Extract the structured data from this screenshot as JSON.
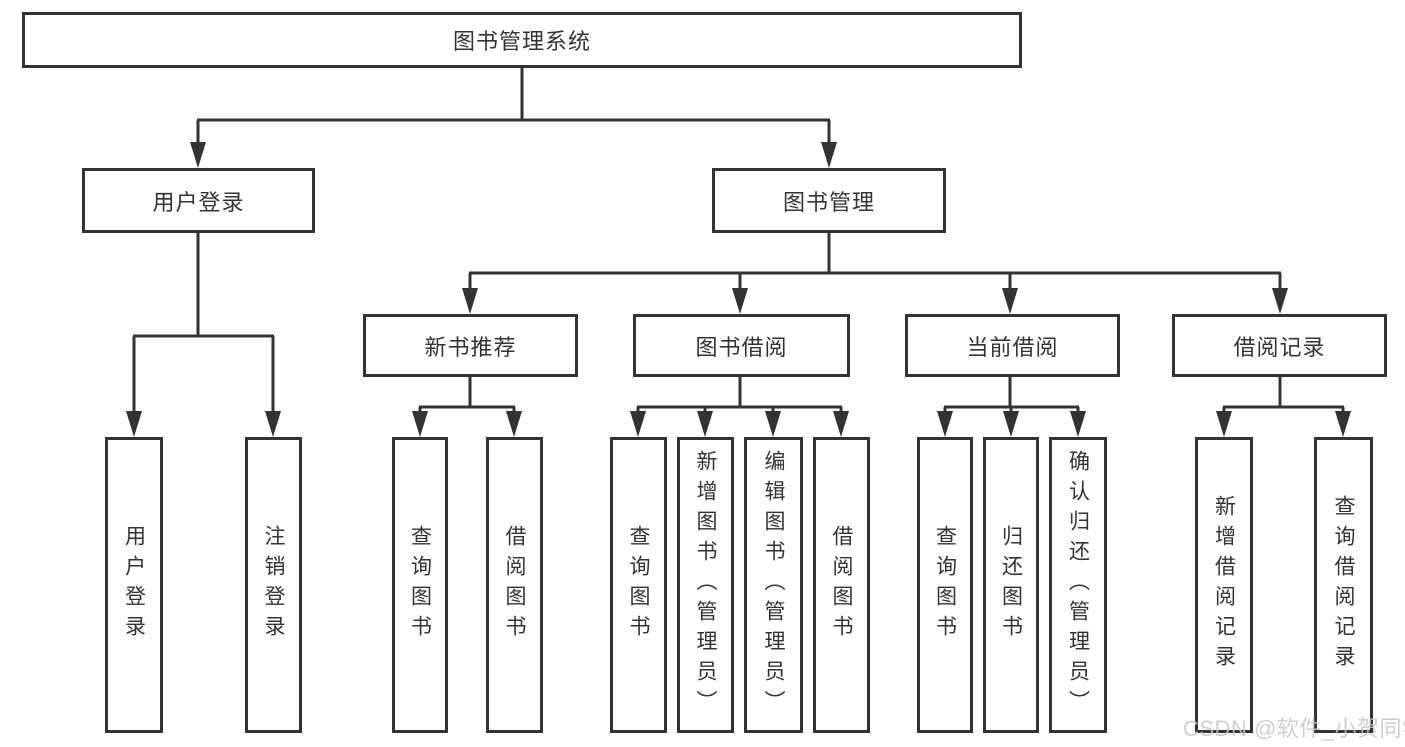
{
  "tree": {
    "root": {
      "label": "图书管理系统"
    },
    "level2": [
      {
        "label": "用户登录"
      },
      {
        "label": "图书管理"
      }
    ],
    "level3": [
      {
        "label": "新书推荐"
      },
      {
        "label": "图书借阅"
      },
      {
        "label": "当前借阅"
      },
      {
        "label": "借阅记录"
      }
    ],
    "leaves": [
      {
        "label": "用户登录"
      },
      {
        "label": "注销登录"
      },
      {
        "label": "查询图书"
      },
      {
        "label": "借阅图书"
      },
      {
        "label": "查询图书"
      },
      {
        "label": "新增图书（管理员）"
      },
      {
        "label": "编辑图书（管理员）"
      },
      {
        "label": "借阅图书"
      },
      {
        "label": "查询图书"
      },
      {
        "label": "归还图书"
      },
      {
        "label": "确认归还（管理员）"
      },
      {
        "label": "新增借阅记录"
      },
      {
        "label": "查询借阅记录"
      }
    ]
  },
  "watermark": {
    "text": "CSDN @软件_小贺同学"
  },
  "colors": {
    "line": "#333333",
    "text": "#333333",
    "background": "#ffffff",
    "watermark": "#c6c6c6"
  }
}
